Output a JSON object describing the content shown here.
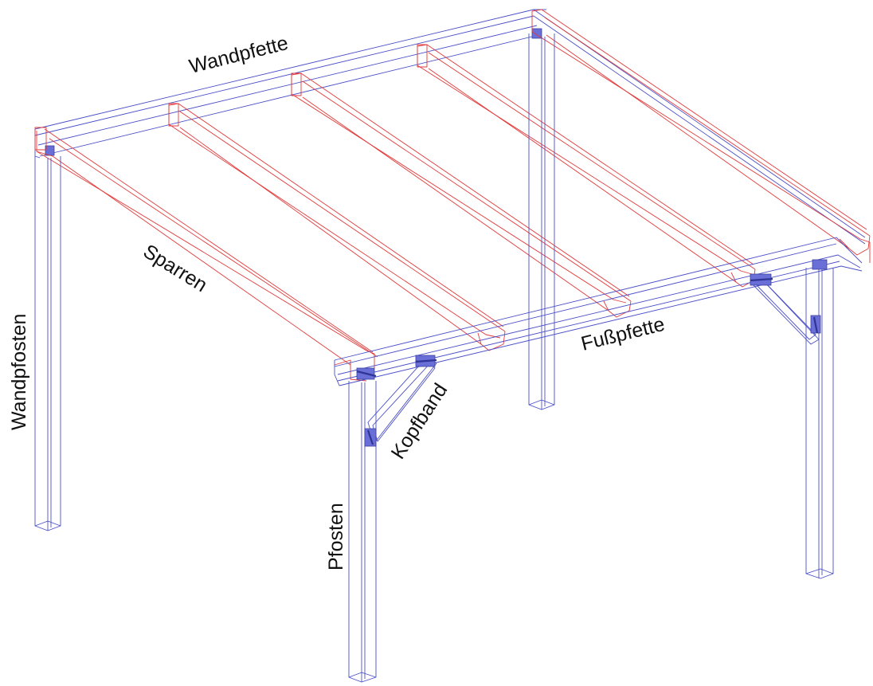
{
  "labels": {
    "wandpfette": "Wandpfette",
    "sparren": "Sparren",
    "wandpfosten": "Wandpfosten",
    "fusspfette": "Fußpfette",
    "kopfband": "Kopfband",
    "pfosten": "Pfosten"
  },
  "colors": {
    "structure_blue": "#4a4fc8",
    "rafter_red": "#e23a3a",
    "label_text": "#111111",
    "background": "#ffffff"
  }
}
